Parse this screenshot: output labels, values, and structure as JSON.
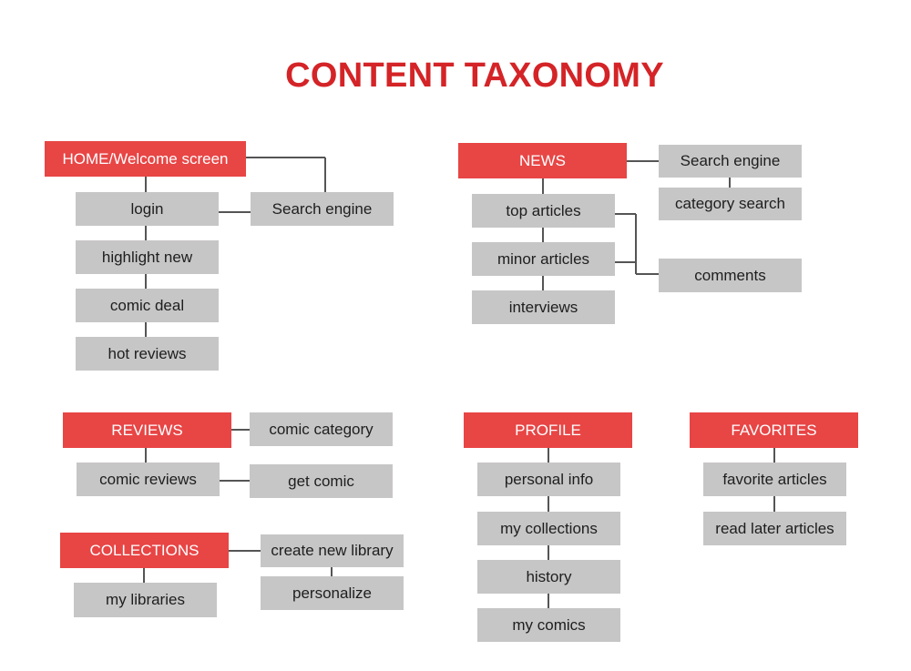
{
  "title": "CONTENT TAXONOMY",
  "colors": {
    "accent": "#e84545",
    "title": "#d42427",
    "node": "#c7c6c6",
    "connector": "#555555"
  },
  "home": {
    "label": "HOME/Welcome screen",
    "items": [
      "login",
      "highlight new",
      "comic deal",
      "hot reviews"
    ],
    "search": "Search engine"
  },
  "news": {
    "label": "NEWS",
    "items": [
      "top articles",
      "minor articles",
      "interviews"
    ],
    "search": "Search engine",
    "category_search": "category search",
    "comments": "comments"
  },
  "reviews": {
    "label": "REVIEWS",
    "items": [
      "comic reviews"
    ],
    "side": [
      "comic category",
      "get comic"
    ]
  },
  "collections": {
    "label": "COLLECTIONS",
    "items": [
      "my libraries"
    ],
    "side": [
      "create new library",
      "personalize"
    ]
  },
  "profile": {
    "label": "PROFILE",
    "items": [
      "personal info",
      "my collections",
      "history",
      "my comics"
    ]
  },
  "favorites": {
    "label": "FAVORITES",
    "items": [
      "favorite articles",
      "read later articles"
    ]
  }
}
